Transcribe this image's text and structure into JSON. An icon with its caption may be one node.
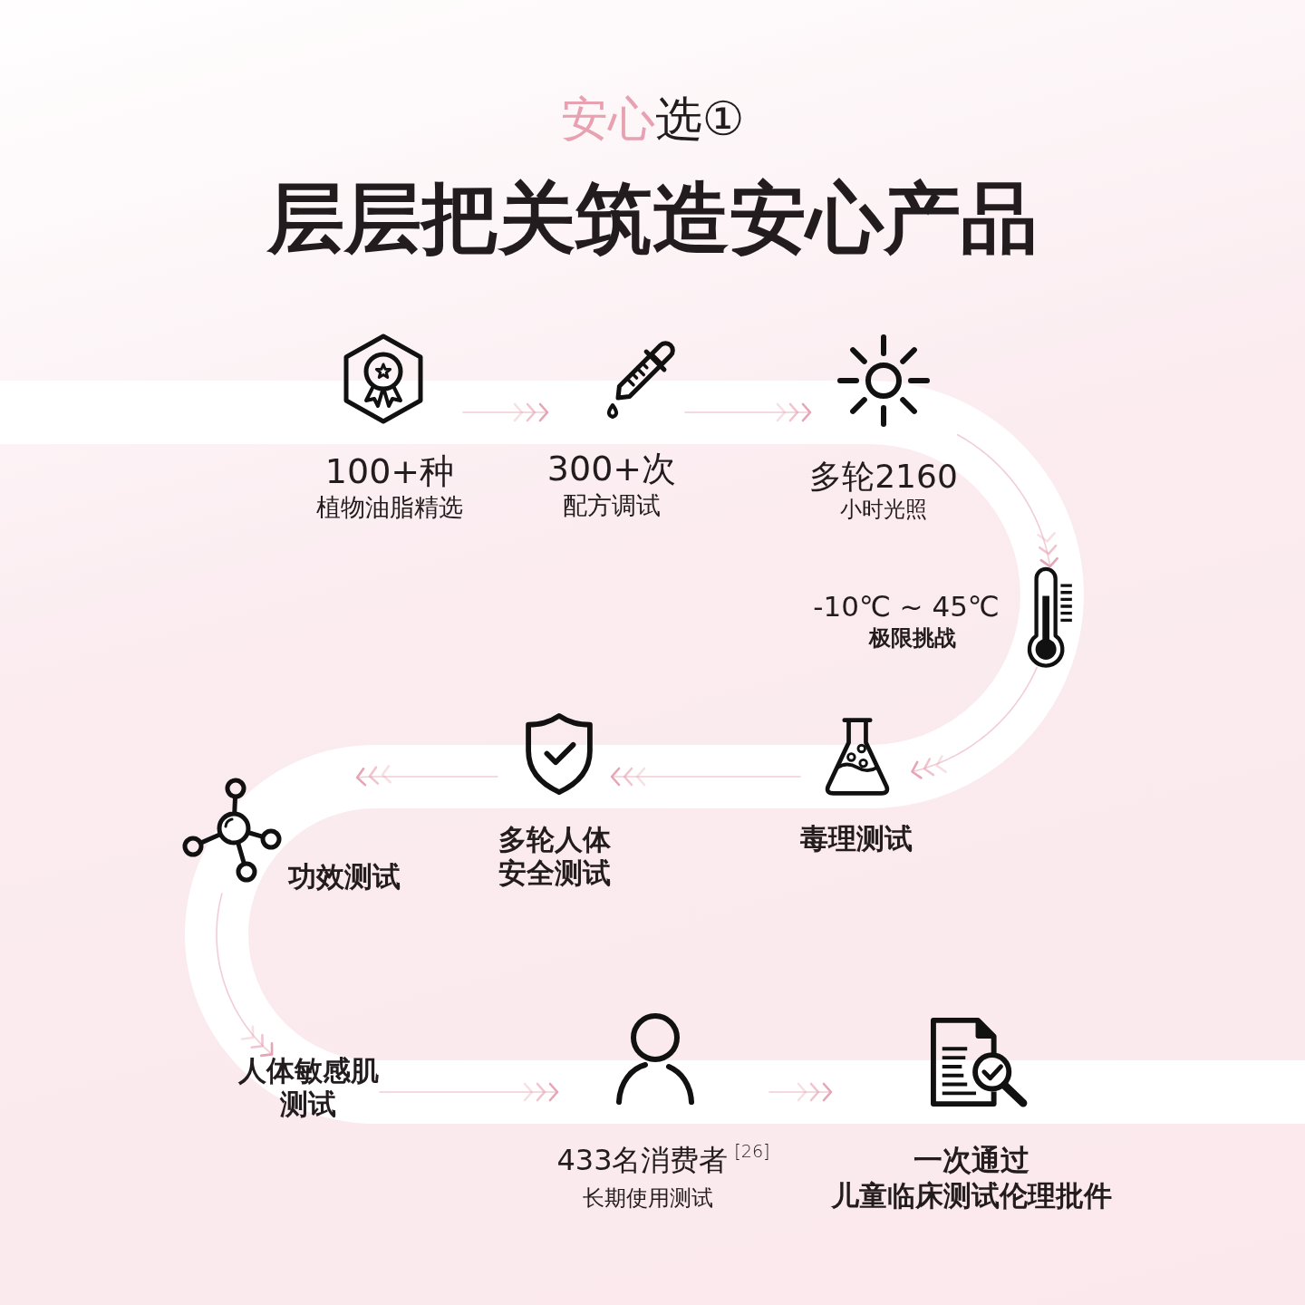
{
  "diagram": {
    "title": "层层把关筑造安心产品",
    "nodes": [
      {
        "text": [
          "100+种",
          "植物油脂精选"
        ]
      },
      {
        "text": [
          "300+次",
          "配方调试"
        ]
      },
      {
        "text": [
          "多轮2160",
          "小时光照"
        ]
      },
      {
        "text": [
          "-10℃ ~ 45℃",
          "极限挑战"
        ]
      },
      {
        "text": [
          "毒理测试"
        ]
      },
      {
        "text": [
          "多轮人体安全测试"
        ]
      },
      {
        "text": [
          "功效测试"
        ]
      },
      {
        "text": [
          "人体敏感肌测试"
        ]
      },
      {
        "text": [
          "433名消费者$^{[26]}$",
          "长期使用测试"
        ]
      },
      {
        "text": [
          "一次通过",
          "儿童临床测试伦理批件"
        ]
      }
    ],
    "edges": [
      {
        "from": 0,
        "to": 1,
        "arrow": "to"
      },
      {
        "from": 1,
        "to": 2,
        "arrow": "to"
      },
      {
        "from": 2,
        "to": 3,
        "arrow": "to"
      },
      {
        "from": 3,
        "to": 4,
        "arrow": "to"
      },
      {
        "from": 4,
        "to": 5,
        "arrow": "to"
      },
      {
        "from": 5,
        "to": 6,
        "arrow": "to"
      },
      {
        "from": 6,
        "to": 7,
        "arrow": "to"
      },
      {
        "from": 7,
        "to": 8,
        "arrow": "to"
      },
      {
        "from": 8,
        "to": 9,
        "arrow": "to"
      }
    ],
    "labels": [
      "安心选①"
    ]
  }
}
